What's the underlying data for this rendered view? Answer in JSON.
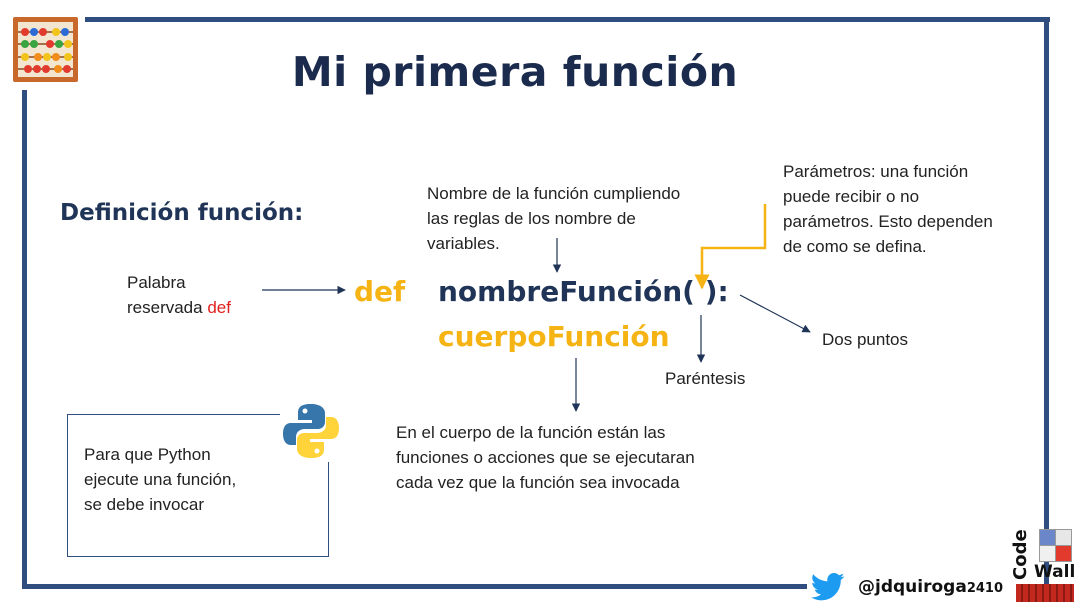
{
  "title": "Mi primera función",
  "definition_heading": "Definición función:",
  "reserved_word_note": {
    "line1": "Palabra",
    "line2_prefix": "reservada ",
    "line2_keyword": "def"
  },
  "code": {
    "keyword": "def",
    "signature_name": "nombreFunción(",
    "signature_close": " ):",
    "body": "cuerpoFunción"
  },
  "annotations": {
    "function_name": [
      "Nombre de la función cumpliendo",
      "las reglas de los nombre de",
      "variables."
    ],
    "parameters": [
      "Parámetros: una función",
      "puede recibir o no",
      "parámetros. Esto dependen",
      "de como se defina."
    ],
    "colon": "Dos puntos",
    "parentheses": "Paréntesis",
    "body": [
      "En el cuerpo de la función están las",
      "funciones o acciones que se ejecutaran",
      "cada vez que la función sea invocada"
    ]
  },
  "invoke_note": [
    "Para que Python",
    "ejecute una función,",
    "se debe invocar"
  ],
  "social": {
    "handle_main": "@jdquiroga",
    "handle_digits": "2410",
    "brand_word1": "Code",
    "brand_word2": "Wall"
  },
  "colors": {
    "frame": "#2f4e7f",
    "title": "#1b2b4d",
    "keyword": "#f5b414",
    "reserved_red": "#e02020",
    "twitter": "#1d9bf0"
  }
}
